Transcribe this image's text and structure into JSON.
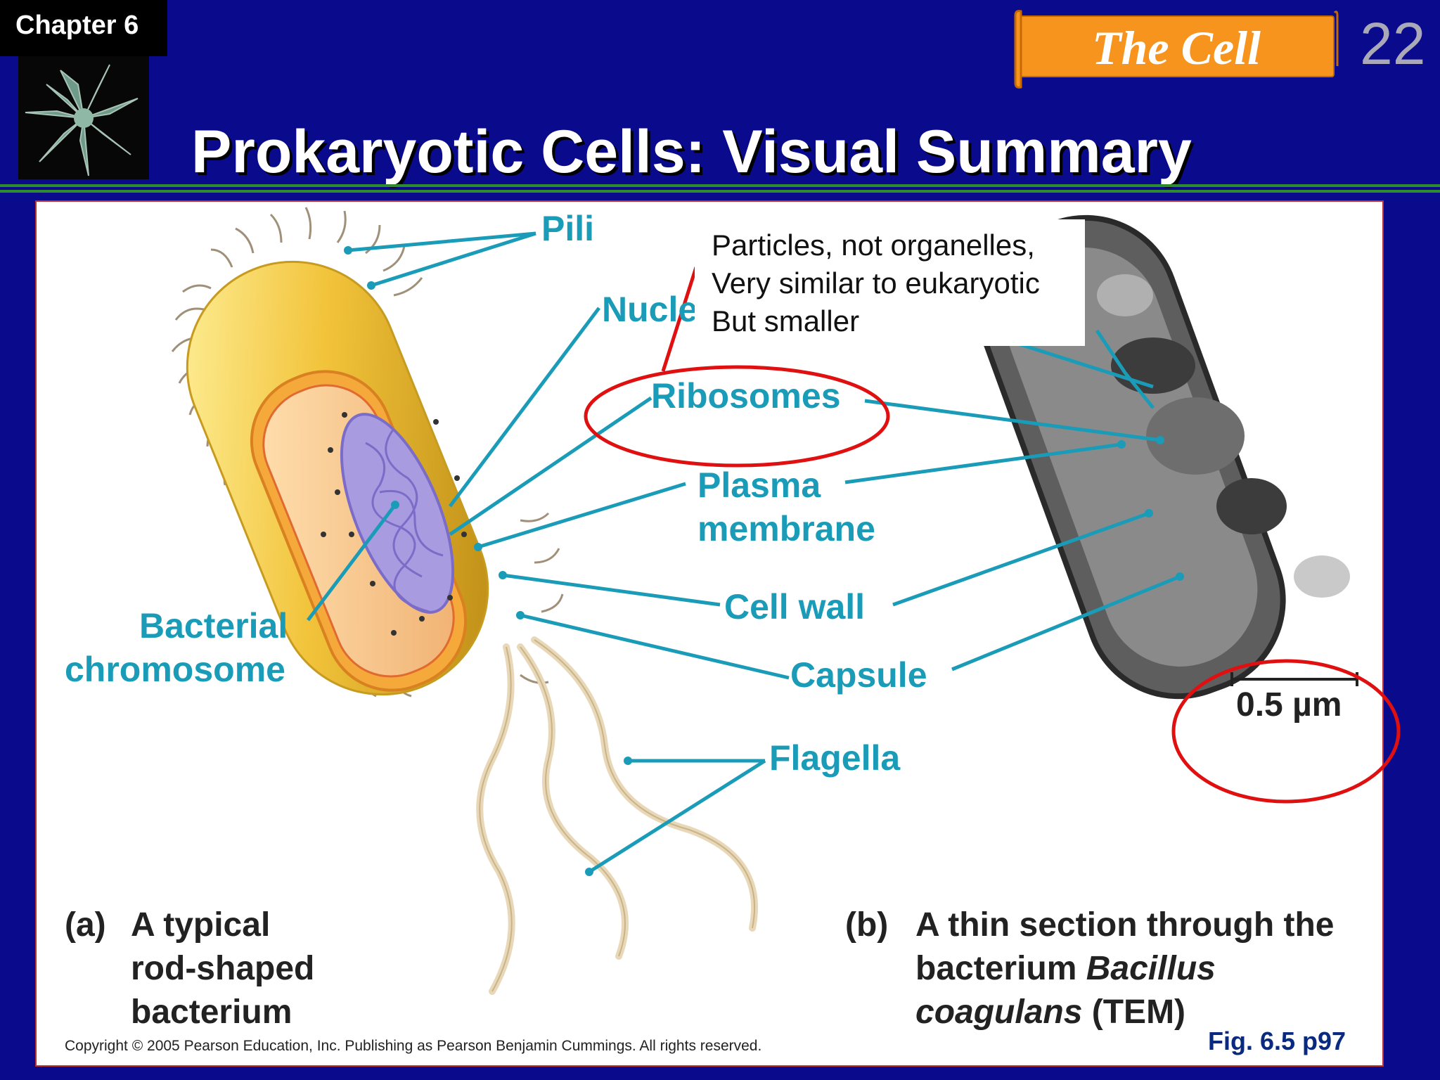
{
  "header": {
    "chapter_label": "Chapter 6",
    "banner_title": "The Cell",
    "page_number": "22",
    "slide_title": "Prokaryotic Cells: Visual Summary"
  },
  "figure": {
    "labels": {
      "pili": "Pili",
      "nucleoid": "Nucle",
      "ribosomes": "Ribosomes",
      "plasma_membrane_1": "Plasma",
      "plasma_membrane_2": "membrane",
      "cell_wall": "Cell wall",
      "capsule": "Capsule",
      "flagella": "Flagella",
      "bacterial_chromosome_1": "Bacterial",
      "bacterial_chromosome_2": "chromosome"
    },
    "callout_lines": [
      "Particles, not organelles,",
      "Very similar to eukaryotic",
      "But smaller"
    ],
    "scale_bar": "0.5 µm",
    "caption_a": {
      "letter": "(a)",
      "line1": "A typical",
      "line2": "rod-shaped",
      "line3": "bacterium"
    },
    "caption_b": {
      "letter": "(b)",
      "line1": "A thin section through the",
      "line2_plain": "bacterium ",
      "line2_italic": "Bacillus",
      "line3_italic": "coagulans",
      "line3_plain": " (TEM)"
    },
    "copyright": "Copyright © 2005 Pearson Education, Inc. Publishing as Pearson Benjamin Cummings. All rights reserved.",
    "fig_ref": "Fig. 6.5   p97"
  },
  "colors": {
    "background": "#0a0a8c",
    "banner": "#f7941d",
    "label": "#1a9cb8",
    "annotation_red": "#e01010"
  }
}
